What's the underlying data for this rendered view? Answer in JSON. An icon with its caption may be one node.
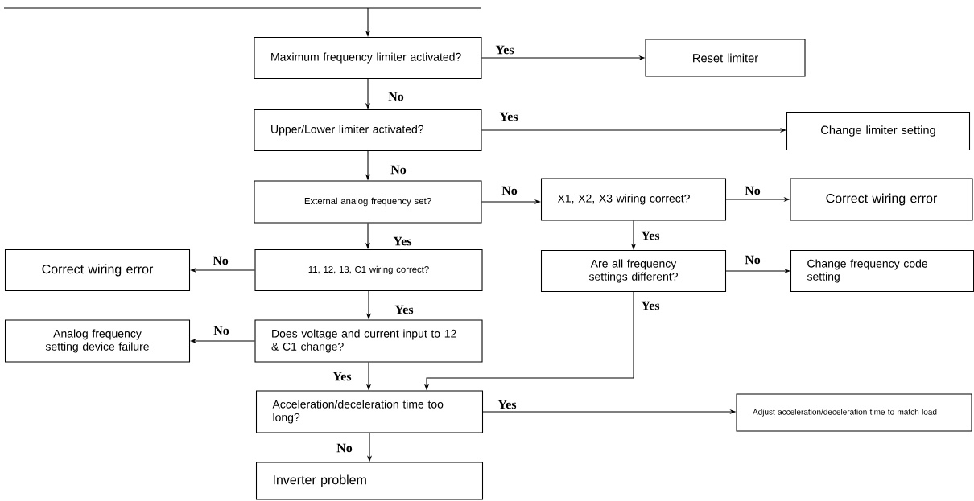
{
  "diagram": {
    "nodes": [
      {
        "text": [
          "Maximum frequency limiter activated?"
        ]
      },
      {
        "text": [
          "Reset limiter"
        ]
      },
      {
        "text": [
          "Upper/Lower limiter activated?"
        ]
      },
      {
        "text": [
          "Change limiter setting"
        ]
      },
      {
        "text": [
          "External analog frequency set?"
        ]
      },
      {
        "text": [
          "X1, X2, X3 wiring correct?"
        ]
      },
      {
        "text": [
          "Correct wiring error"
        ]
      },
      {
        "text": [
          "11, 12, 13, C1 wiring correct?"
        ]
      },
      {
        "text": [
          "Correct wiring error"
        ]
      },
      {
        "text": [
          "Are all frequency settings different?"
        ]
      },
      {
        "text": [
          "Change frequency code setting"
        ]
      },
      {
        "text": [
          "Does voltage and current input to 12 & C1 change?"
        ]
      },
      {
        "text": [
          "Analog frequency setting device failure"
        ]
      },
      {
        "text": [
          "Acceleration/deceleration time too long?"
        ]
      },
      {
        "text": [
          "Adjust acceleration/deceleration time to match load"
        ]
      },
      {
        "text": [
          "Inverter problem"
        ]
      }
    ],
    "edges": [
      {
        "from": null,
        "to": 0,
        "arrow": "to"
      },
      {
        "from": 0,
        "to": 1,
        "arrow": "to",
        "label": "Yes"
      },
      {
        "from": 0,
        "to": 2,
        "arrow": "to",
        "label": "No"
      },
      {
        "from": 2,
        "to": 3,
        "arrow": "to",
        "label": "Yes"
      },
      {
        "from": 2,
        "to": 4,
        "arrow": "to",
        "label": "No"
      },
      {
        "from": 4,
        "to": 5,
        "arrow": "to",
        "label": "No"
      },
      {
        "from": 4,
        "to": 7,
        "arrow": "to",
        "label": "Yes"
      },
      {
        "from": 5,
        "to": 6,
        "arrow": "to",
        "label": "No"
      },
      {
        "from": 5,
        "to": 9,
        "arrow": "to",
        "label": "Yes"
      },
      {
        "from": 7,
        "to": 8,
        "arrow": "to",
        "label": "No"
      },
      {
        "from": 7,
        "to": 11,
        "arrow": "to",
        "label": "Yes"
      },
      {
        "from": 9,
        "to": 10,
        "arrow": "to",
        "label": "No"
      },
      {
        "from": 9,
        "to": 13,
        "arrow": "to",
        "label": "Yes"
      },
      {
        "from": 11,
        "to": 12,
        "arrow": "to",
        "label": "No"
      },
      {
        "from": 11,
        "to": 13,
        "arrow": "to",
        "label": "Yes"
      },
      {
        "from": 13,
        "to": 14,
        "arrow": "to",
        "label": "Yes"
      },
      {
        "from": 13,
        "to": 15,
        "arrow": "to",
        "label": "No"
      }
    ]
  }
}
